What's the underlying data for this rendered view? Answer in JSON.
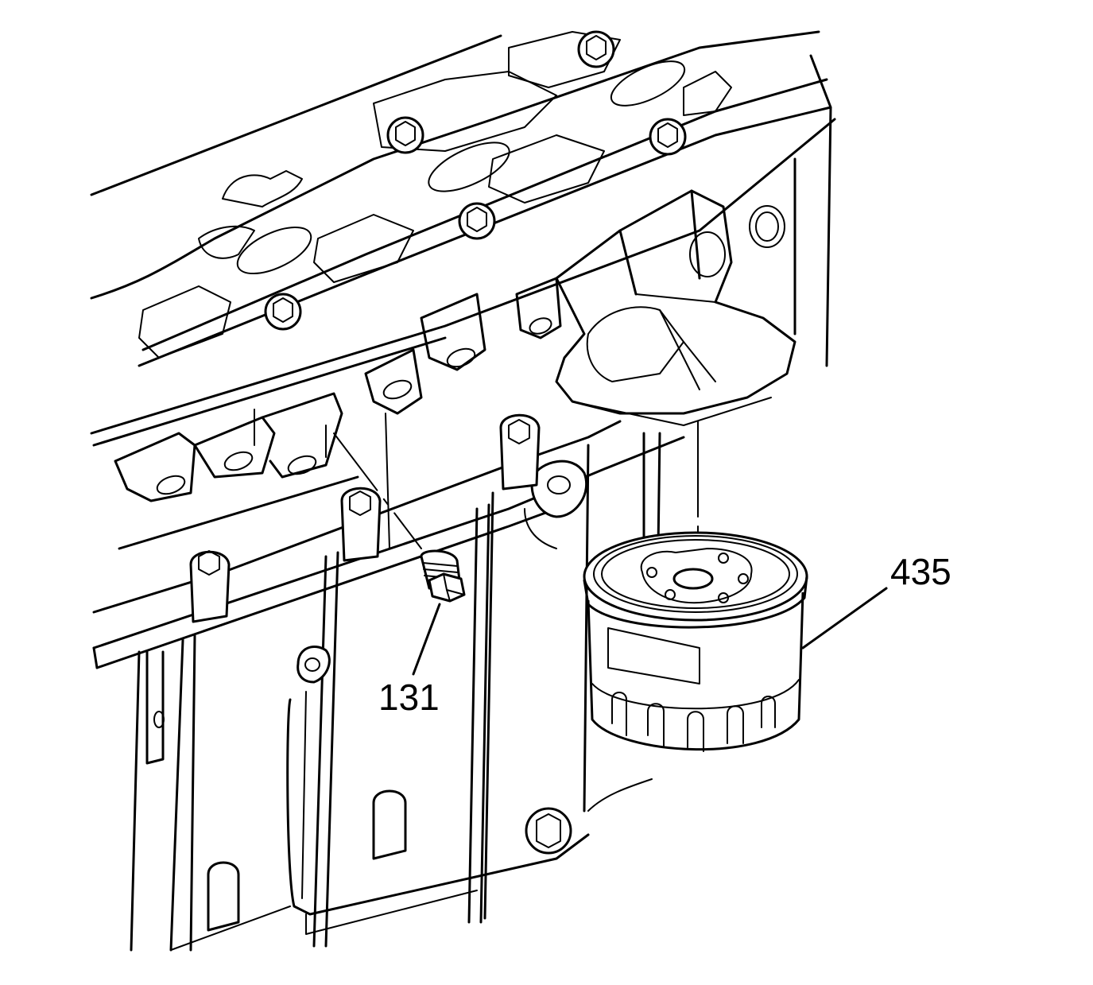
{
  "callouts": [
    {
      "id": "drain-plug",
      "label": "131"
    },
    {
      "id": "oil-filter",
      "label": "435"
    }
  ],
  "colors": {
    "line": "#000000",
    "background": "#ffffff"
  }
}
